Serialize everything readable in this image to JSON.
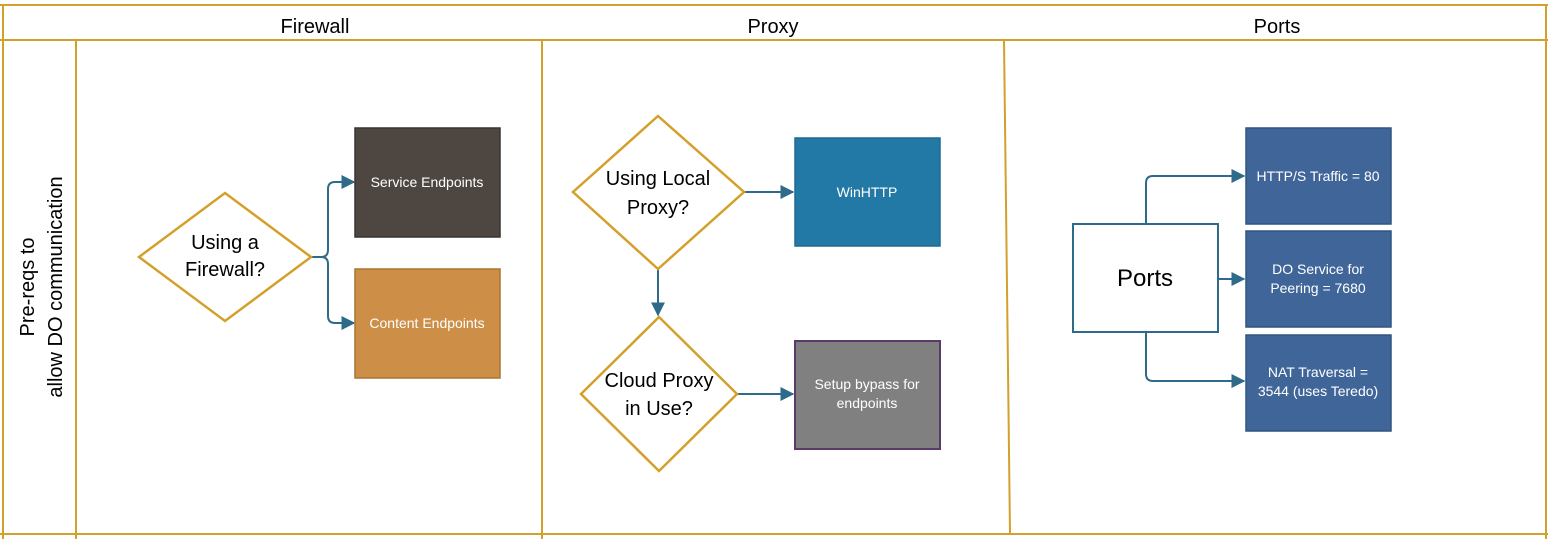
{
  "columns": {
    "firewall": "Firewall",
    "proxy": "Proxy",
    "ports": "Ports"
  },
  "row_label": {
    "line1": "Pre-reqs to",
    "line2": "allow DO communication"
  },
  "firewall": {
    "decision": {
      "line1": "Using a",
      "line2": "Firewall?"
    },
    "service_endpoints": "Service Endpoints",
    "content_endpoints": "Content Endpoints"
  },
  "proxy": {
    "local_decision": {
      "line1": "Using Local",
      "line2": "Proxy?"
    },
    "winhttp": "WinHTTP",
    "cloud_decision": {
      "line1": "Cloud Proxy",
      "line2": "in Use?"
    },
    "bypass": {
      "line1": "Setup bypass for",
      "line2": "endpoints"
    }
  },
  "ports": {
    "hub": "Ports",
    "http": "HTTP/S Traffic = 80",
    "do_service": {
      "line1": "DO Service for",
      "line2": "Peering = 7680"
    },
    "nat": {
      "line1": "NAT Traversal =",
      "line2": "3544 (uses Teredo)"
    }
  },
  "colors": {
    "lane_border": "#d4a02c",
    "diamond_border": "#d4a02c",
    "connector": "#2e6a8a",
    "service_endpoints_fill": "#4e4640",
    "content_endpoints_fill": "#cd8f47",
    "winhttp_fill": "#2379a6",
    "bypass_fill": "#808080",
    "bypass_border": "#5a3a6a",
    "ports_box_fill": "#406699",
    "ports_hub_border": "#2e6a8a"
  }
}
